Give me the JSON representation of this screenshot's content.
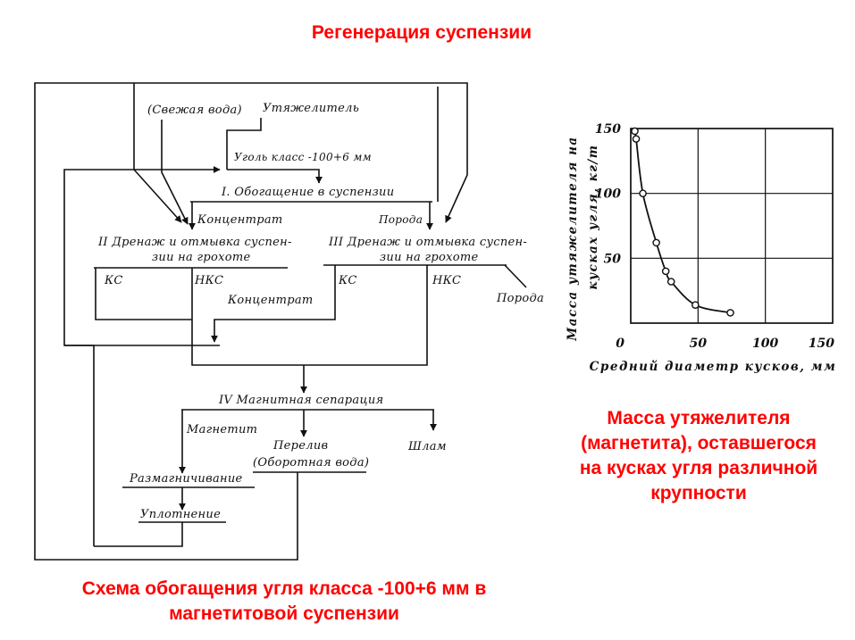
{
  "colors": {
    "accent": "#ff0000"
  },
  "title": "Регенерация суспензии",
  "flowchart": {
    "fresh_water": "(Свежая вода)",
    "weighting_agent": "Утяжелитель",
    "coal_feed": "Уголь класс -100+6 мм",
    "stage1": "I. Обогащение в суспензии",
    "stage1_concentrate": "Концентрат",
    "stage1_rock": "Порода",
    "stage2_line1": "II Дренаж и отмывка суспен-",
    "stage2_line2": "зии на грохоте",
    "stage2_kc": "КС",
    "stage2_nkc": "НКС",
    "stage2_concentrate": "Концентрат",
    "stage3_line1": "III Дренаж и отмывка суспен-",
    "stage3_line2": "зии на грохоте",
    "stage3_kc": "КС",
    "stage3_nkc": "НКС",
    "stage3_rock": "Порода",
    "stage4": "IV Магнитная сепарация",
    "magnetite": "Магнетит",
    "overflow": "Перелив",
    "circulating_water": "(Оборотная вода)",
    "slime": "Шлам",
    "demagnetization": "Размагничивание",
    "thickening": "Уплотнение"
  },
  "flowchart_caption": {
    "line1": "Схема обогащения угля класса -100+6 мм в",
    "line2": "магнетитовой суспензии"
  },
  "chart_caption": {
    "lines": [
      "Масса утяжелителя",
      "(магнетита), оставшегося",
      "на кусках угля различной",
      "крупности"
    ]
  },
  "chart_data": {
    "type": "line",
    "x": [
      3,
      4,
      9,
      19,
      26,
      30,
      48,
      74
    ],
    "y": [
      148,
      142,
      100,
      62,
      40,
      32,
      14,
      8
    ],
    "xlabel": "Средний диаметр кусков, мм",
    "ylabel_lines": [
      "Масса утяжелителя на",
      "кусках угля, кг/т"
    ],
    "xlim": [
      0,
      150
    ],
    "ylim": [
      0,
      150
    ],
    "xticks": [
      0,
      50,
      100,
      150
    ],
    "yticks": [
      50,
      100,
      150
    ],
    "grid": true
  }
}
